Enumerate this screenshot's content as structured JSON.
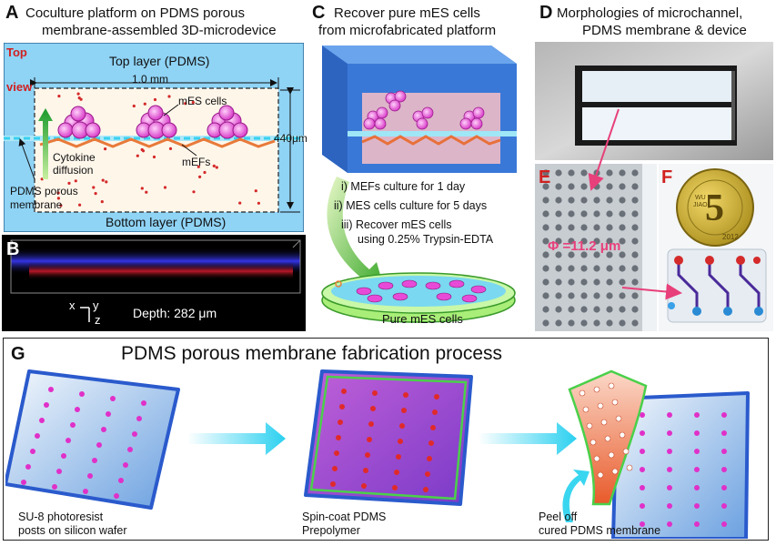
{
  "panel_a": {
    "letter": "A",
    "title_line1": "Coculture platform on PDMS porous",
    "title_line2": "membrane-assembled 3D-microdevice",
    "top_view_1": "Top",
    "top_view_2": "view",
    "top_layer": "Top layer (PDMS)",
    "width": "1.0 mm",
    "mes_cells": "mES cells",
    "height": "440μm",
    "cytokine_1": "Cytokine",
    "cytokine_2": "diffusion",
    "mefs": "mEFs",
    "membrane_1": "PDMS porous",
    "membrane_2": "membrane",
    "bottom_layer": "Bottom layer (PDMS)"
  },
  "panel_b": {
    "letter": "B",
    "axis_x": "x",
    "axis_y": "y",
    "axis_z": "z",
    "depth": "Depth: 282 μm"
  },
  "panel_c": {
    "letter": "C",
    "title_line1": "Recover pure mES cells",
    "title_line2": "from microfabricated platform",
    "step1": "i) MEFs culture for 1 day",
    "step2": "ii) MES cells culture for 5 days",
    "step3_line1": "iii) Recover mES cells",
    "step3_line2": "using 0.25% Trypsin-EDTA",
    "dish": "Pure mES cells"
  },
  "panel_d": {
    "letter": "D",
    "title_line1": "Morphologies of microchannel,",
    "title_line2": "PDMS membrane & device"
  },
  "panel_e": {
    "letter": "E",
    "pore": "Φ =11.2 μm"
  },
  "panel_f": {
    "letter": "F",
    "coin_value": "5",
    "coin_text_1": "WU",
    "coin_text_2": "JIAO",
    "coin_year": "2012"
  },
  "panel_g": {
    "letter": "G",
    "title": "PDMS porous membrane fabrication process",
    "step1_line1": "SU-8 photoresist",
    "step1_line2": "posts on silicon wafer",
    "step2_line1": "Spin-coat PDMS",
    "step2_line2": "Prepolymer",
    "step3_line1": "Peel off",
    "step3_line2": "cured PDMS membrane"
  },
  "colors": {
    "pdms_blue": "#8fd3f5",
    "label_red": "#d12020",
    "cell_magenta": "#e040d0",
    "arrow_cyan": "#3cd6f0",
    "arrow_pink": "#e8407a",
    "frame_green": "#5ccf3a"
  }
}
